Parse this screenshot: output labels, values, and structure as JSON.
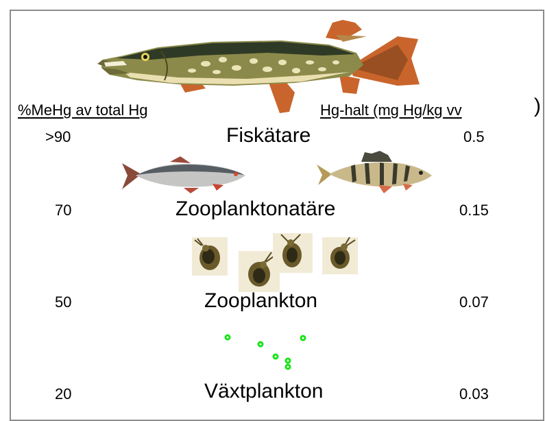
{
  "header": {
    "left_label": "%MeHg  av total Hg",
    "right_label": "Hg-halt  (mg Hg/kg   vv",
    "right_paren": ")"
  },
  "levels": [
    {
      "name": "Fiskätare",
      "mehg": ">90",
      "hg": "0.5"
    },
    {
      "name": "Zooplanktonatäre",
      "mehg": "70",
      "hg": "0.15"
    },
    {
      "name": "Zooplankton",
      "mehg": "50",
      "hg": "0.07"
    },
    {
      "name": "Växtplankton",
      "mehg": "20",
      "hg": "0.03"
    }
  ],
  "colors": {
    "phytoplankton": "#17e317",
    "pike_body": "#8b8a4a",
    "fin": "#c9652c",
    "roach_back": "#5a5f63",
    "perch_body": "#c9b88a"
  },
  "icons": [
    "pike-fish-icon",
    "roach-fish-icon",
    "perch-fish-icon",
    "daphnia-icon",
    "phytoplankton-icon"
  ]
}
